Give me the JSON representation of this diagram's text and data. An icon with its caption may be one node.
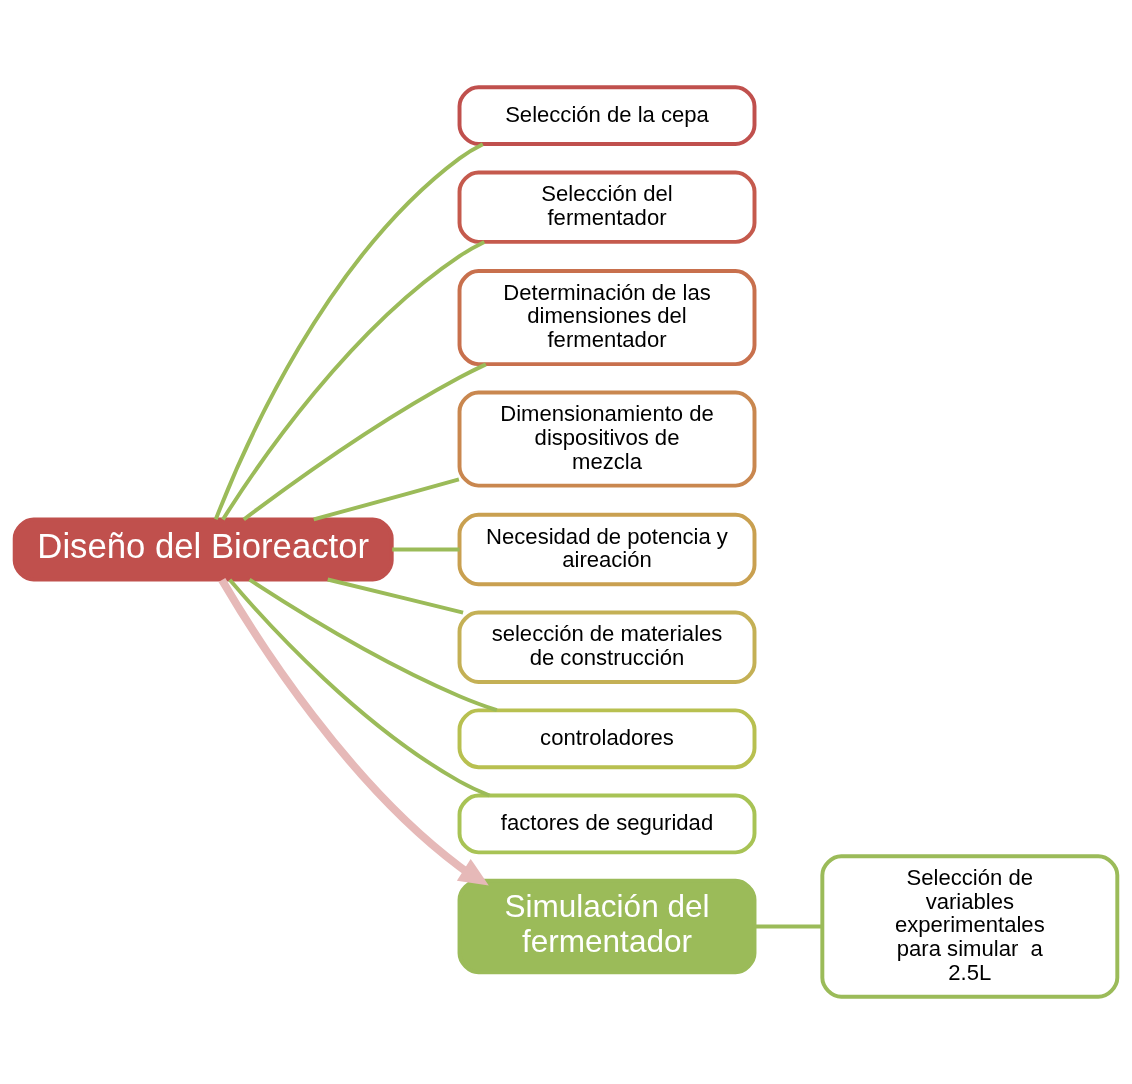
{
  "diagram": {
    "nodes": [
      {
        "text": [
          "Diseño del Bioreactor"
        ]
      },
      {
        "text": [
          "Selección de la cepa"
        ]
      },
      {
        "text": [
          "Selección del fermentador"
        ]
      },
      {
        "text": [
          "Determinación de las dimensiones del fermentador"
        ]
      },
      {
        "text": [
          "Dimensionamiento de dispositivos de mezcla"
        ]
      },
      {
        "text": [
          "Necesidad de potencia y aireación"
        ]
      },
      {
        "text": [
          "selección de materiales de construcción"
        ]
      },
      {
        "text": [
          "controladores"
        ]
      },
      {
        "text": [
          "factores de seguridad"
        ]
      },
      {
        "text": [
          "Simulación del fermentador"
        ]
      },
      {
        "text": [
          "Selección de variables experimentales para simular  a 2.5L"
        ]
      }
    ],
    "edges": [
      {
        "from": 0,
        "to": 1,
        "arrow": "none"
      },
      {
        "from": 0,
        "to": 2,
        "arrow": "none"
      },
      {
        "from": 0,
        "to": 3,
        "arrow": "none"
      },
      {
        "from": 0,
        "to": 4,
        "arrow": "none"
      },
      {
        "from": 0,
        "to": 5,
        "arrow": "none"
      },
      {
        "from": 0,
        "to": 6,
        "arrow": "none"
      },
      {
        "from": 0,
        "to": 7,
        "arrow": "none"
      },
      {
        "from": 0,
        "to": 8,
        "arrow": "none"
      },
      {
        "from": 0,
        "to": 9,
        "arrow": "to",
        "style": "thick",
        "color": "#e6b9b8"
      },
      {
        "from": 9,
        "to": 10,
        "arrow": "none"
      }
    ]
  }
}
